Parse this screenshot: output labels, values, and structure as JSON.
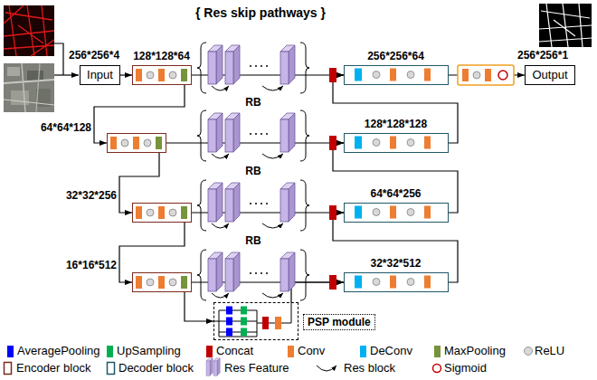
{
  "diagram": {
    "nodes": [
      {
        "text": [
          "Input"
        ]
      },
      {
        "text": [
          "128*128*64"
        ]
      },
      {
        "text": [
          "64*64*128"
        ]
      },
      {
        "text": [
          "32*32*256"
        ]
      },
      {
        "text": [
          "16*16*512"
        ]
      },
      {
        "text": [
          "PSP module"
        ]
      },
      {
        "text": [
          "32*32*512"
        ]
      },
      {
        "text": [
          "64*64*256"
        ]
      },
      {
        "text": [
          "128*128*128"
        ]
      },
      {
        "text": [
          "256*256*64"
        ]
      },
      {
        "text": [
          "Output"
        ]
      }
    ],
    "edges": [
      {
        "from": 0,
        "to": 1,
        "arrow": "to"
      },
      {
        "from": 1,
        "to": 2,
        "arrow": "to"
      },
      {
        "from": 2,
        "to": 3,
        "arrow": "to"
      },
      {
        "from": 3,
        "to": 4,
        "arrow": "to"
      },
      {
        "from": 4,
        "to": 5,
        "arrow": "to"
      },
      {
        "from": 5,
        "to": 6,
        "arrow": "to"
      },
      {
        "from": 6,
        "to": 7,
        "arrow": "to"
      },
      {
        "from": 7,
        "to": 8,
        "arrow": "to"
      },
      {
        "from": 8,
        "to": 9,
        "arrow": "to"
      },
      {
        "from": 9,
        "to": 10,
        "arrow": "to"
      },
      {
        "from": 1,
        "to": 9,
        "arrow": "to"
      },
      {
        "from": 2,
        "to": 8,
        "arrow": "to"
      },
      {
        "from": 3,
        "to": 7,
        "arrow": "to"
      },
      {
        "from": 4,
        "to": 6,
        "arrow": "to"
      }
    ],
    "labels": [
      "{ Res skip pathways }",
      "256*256*4",
      "256*256*1",
      "RB",
      "RB",
      "RB"
    ],
    "legend": [
      {
        "text": "AveragePooling",
        "color": "#0000ff"
      },
      {
        "text": "UpSampling",
        "color": "#00b050"
      },
      {
        "text": "Concat",
        "color": "#c00000"
      },
      {
        "text": "Conv",
        "color": "#ed7d31"
      },
      {
        "text": "DeConv",
        "color": "#00b0f0"
      },
      {
        "text": "MaxPooling",
        "color": "#77933c"
      },
      {
        "text": "ReLU"
      },
      {
        "text": "Encoder block"
      },
      {
        "text": "Decoder block"
      },
      {
        "text": "Res Feature"
      },
      {
        "text": "Res block"
      },
      {
        "text": "Sigmoid"
      }
    ]
  }
}
